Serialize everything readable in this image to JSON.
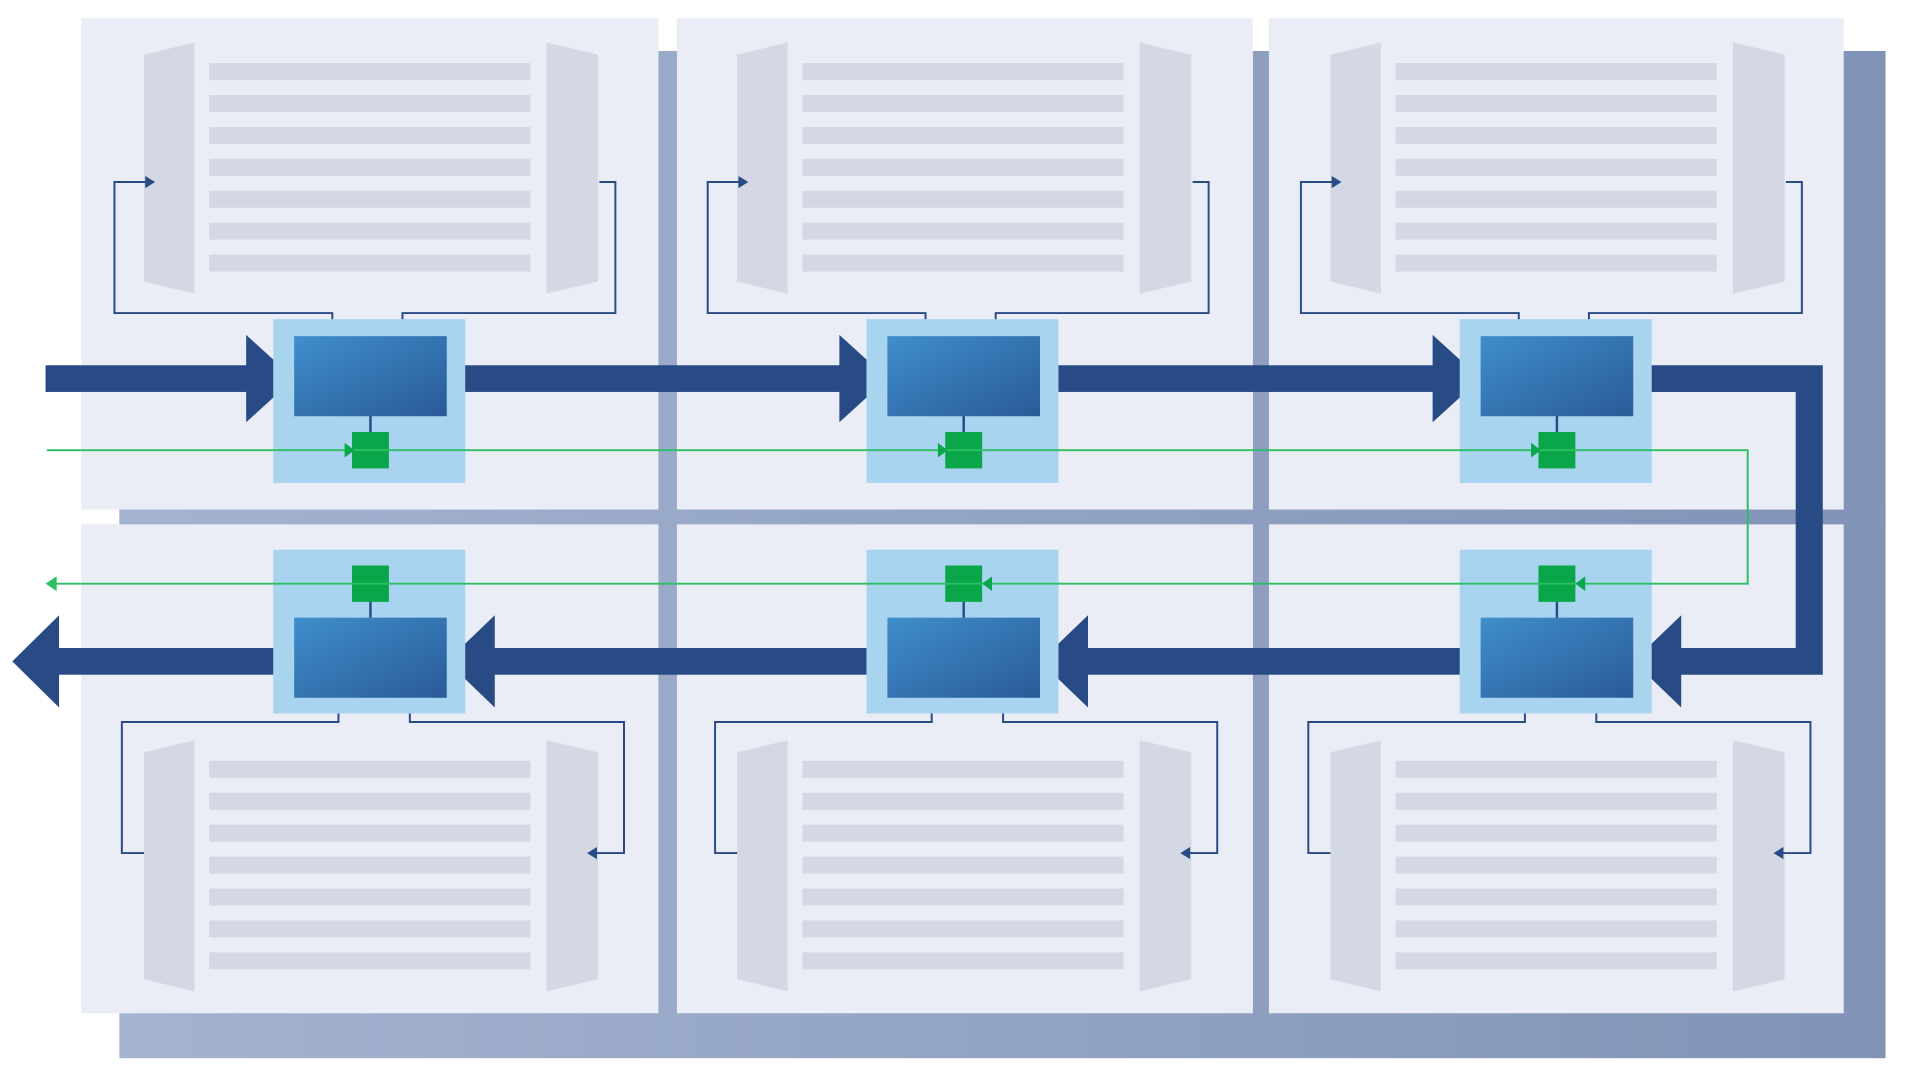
{
  "diagram": {
    "type": "ring-interconnect",
    "rows": 2,
    "columns": 3,
    "colors": {
      "background": "#ffffff",
      "backplane": "#93a4c4",
      "tile": "#eaedf5",
      "memory_module": "#d3d8e4",
      "router_halo": "#a9d4ef",
      "router_core_light": "#3f8ecb",
      "router_core_dark": "#2a5a98",
      "data_path": "#284a85",
      "control_node": "#0aa64a",
      "control_line": "#2cc062"
    }
  }
}
